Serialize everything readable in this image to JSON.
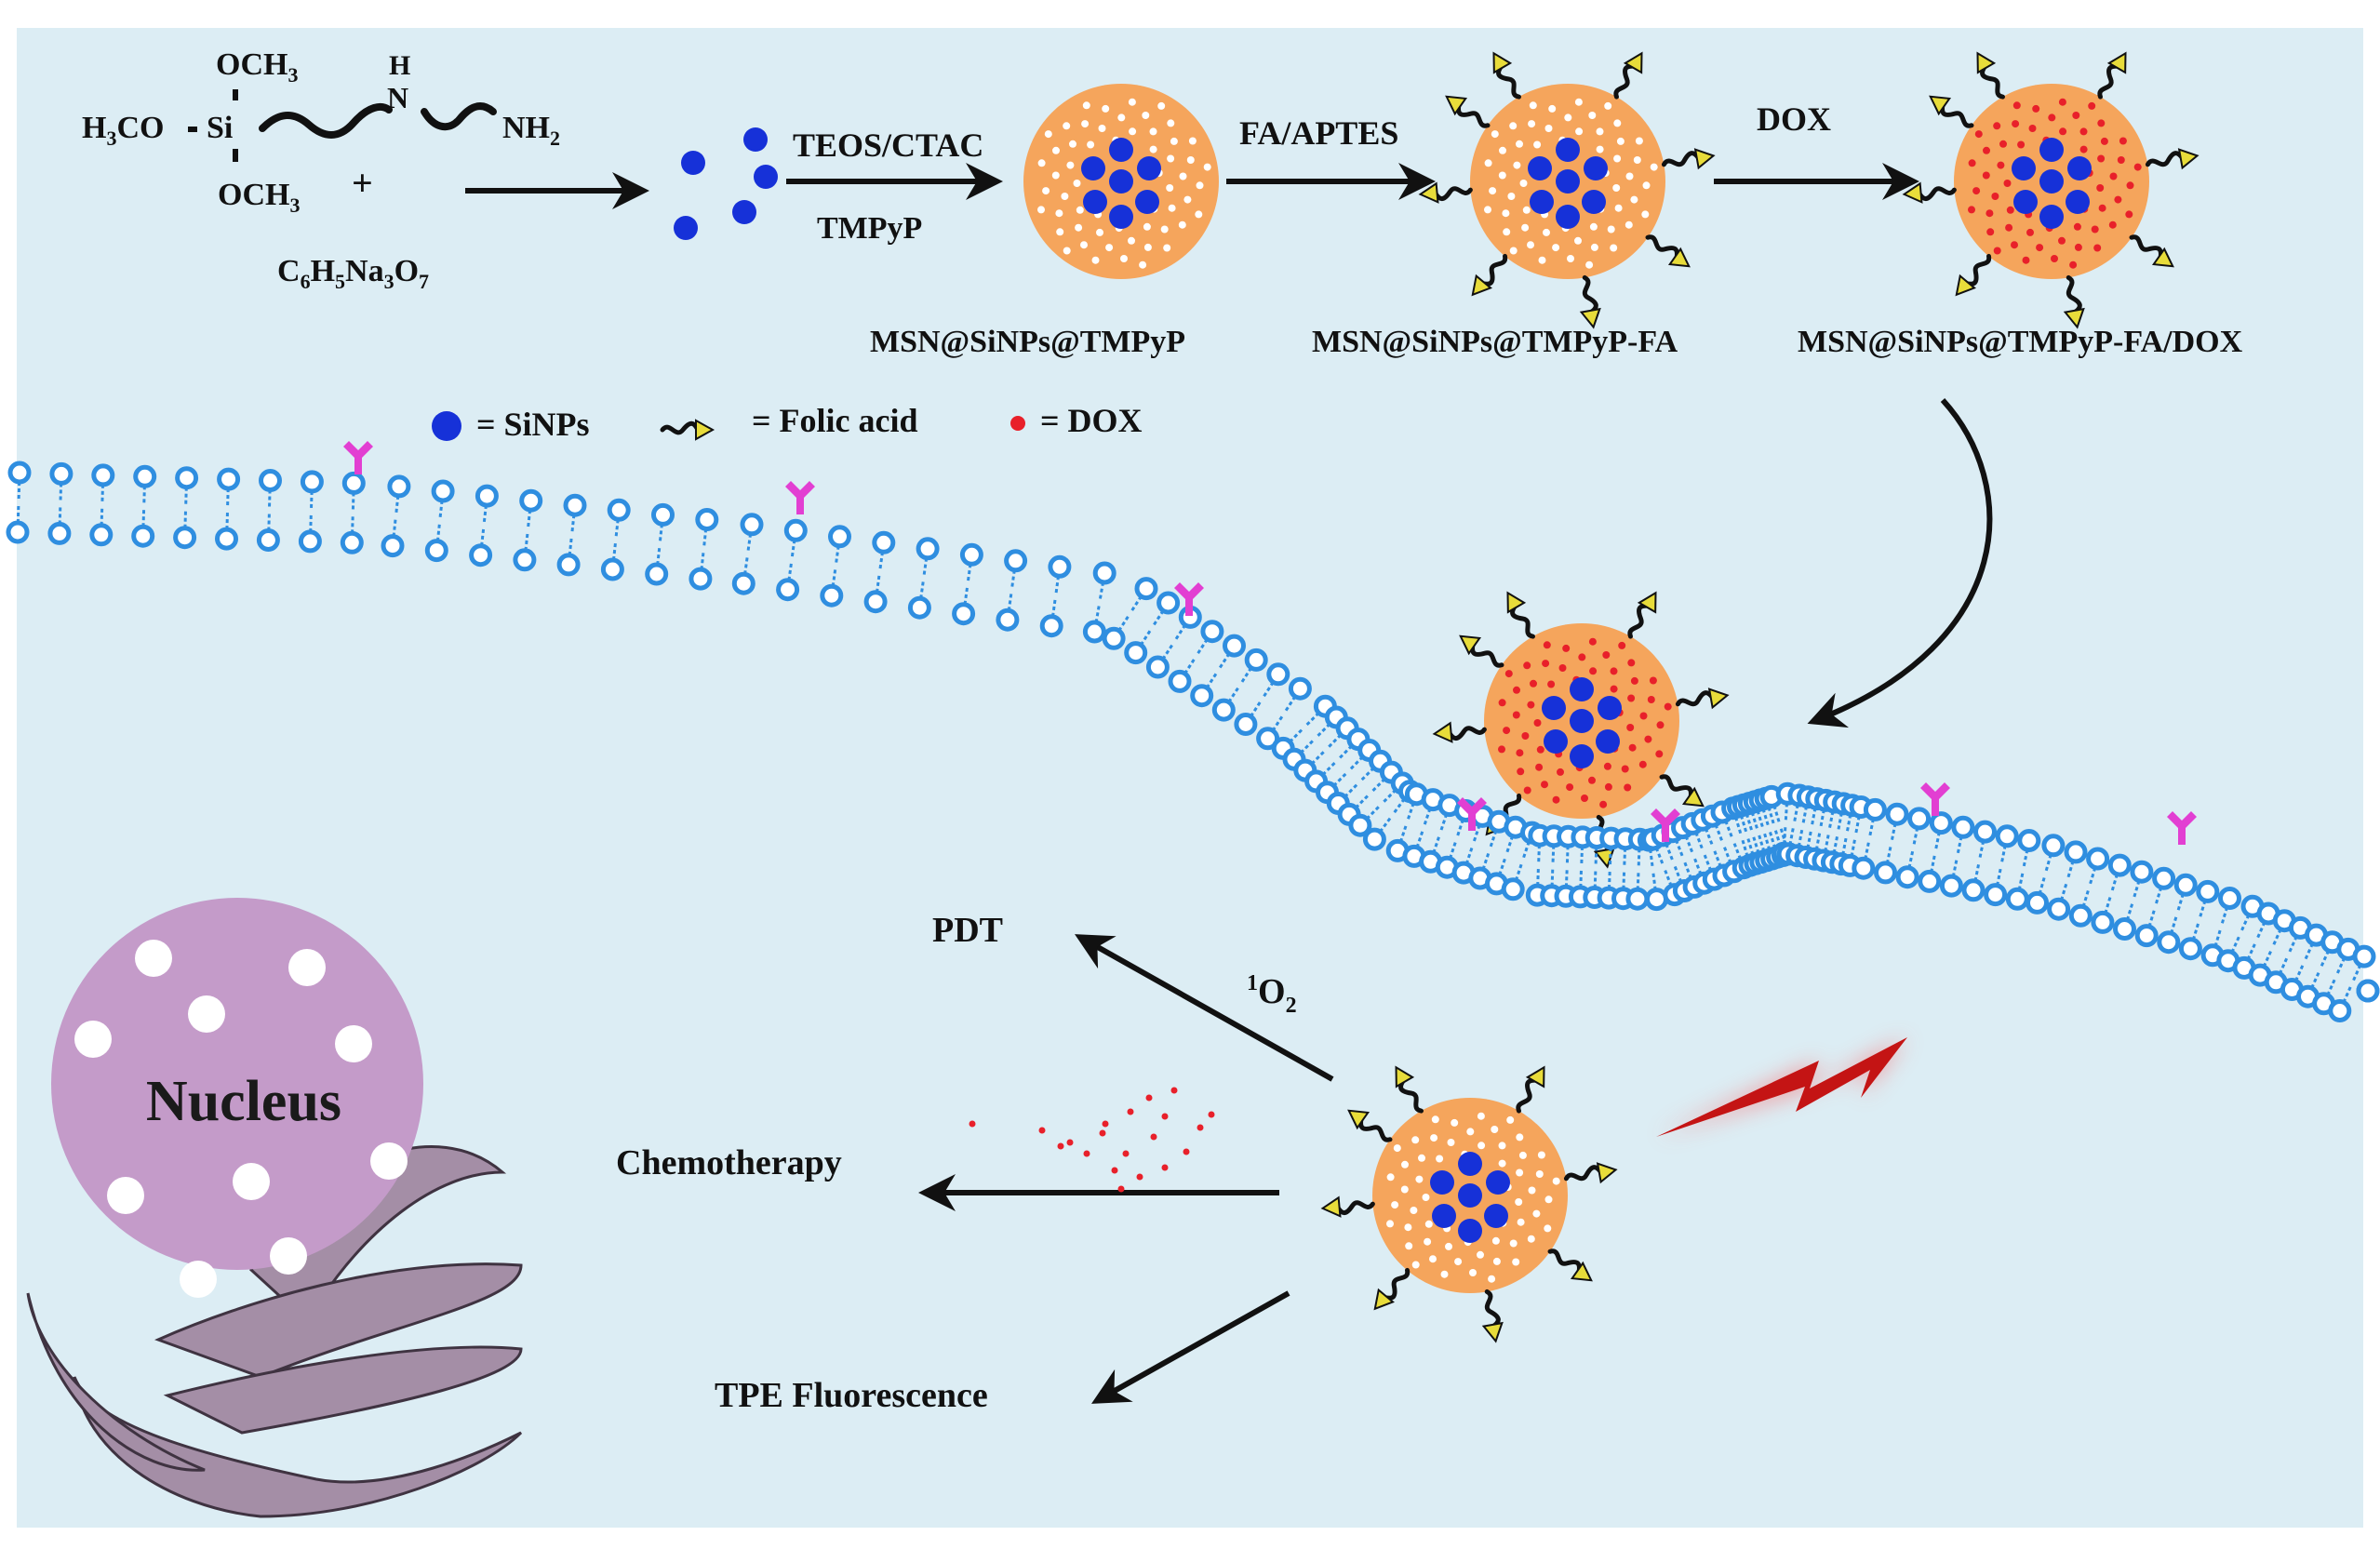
{
  "reactants": {
    "och3_top": "OCH",
    "och3_top_sub": "3",
    "h3co": "H",
    "h3co_sub": "3",
    "h3co_tail": "CO",
    "si": "Si",
    "h": "H",
    "n": "N",
    "nh2": "NH",
    "nh2_sub": "2",
    "och3_bottom": "OCH",
    "och3_bottom_sub": "3",
    "plus": "+",
    "citrate_parts": [
      "C",
      "6",
      "H",
      "5",
      "Na",
      "3",
      "O",
      "7"
    ]
  },
  "steps": {
    "step1_top": "TEOS/CTAC",
    "step1_bottom": "TMPyP",
    "step2": "FA/APTES",
    "step3": "DOX"
  },
  "products": {
    "p1": "MSN@SiNPs@TMPyP",
    "p2": "MSN@SiNPs@TMPyP-FA",
    "p3": "MSN@SiNPs@TMPyP-FA/DOX"
  },
  "legend": {
    "sinps": "= SiNPs",
    "folic": "= Folic acid",
    "dox": "= DOX"
  },
  "outcomes": {
    "pdt": "PDT",
    "singlet_sup": "1",
    "singlet": "O",
    "singlet_sub": "2",
    "chemo": "Chemotherapy",
    "tpe": "TPE Fluorescence"
  },
  "nucleus": "Nucleus",
  "colors": {
    "background": "#dcedf4",
    "particle": "#f5a55c",
    "sinp": "#1631d8",
    "dox": "#e8202a",
    "membrane": "#2f8ee0",
    "receptor": "#e23fd2",
    "folic_head": "#e8dc3a",
    "nucleus": "#c49bc9",
    "er": "#a48ea6",
    "lightning": "#c41414"
  }
}
